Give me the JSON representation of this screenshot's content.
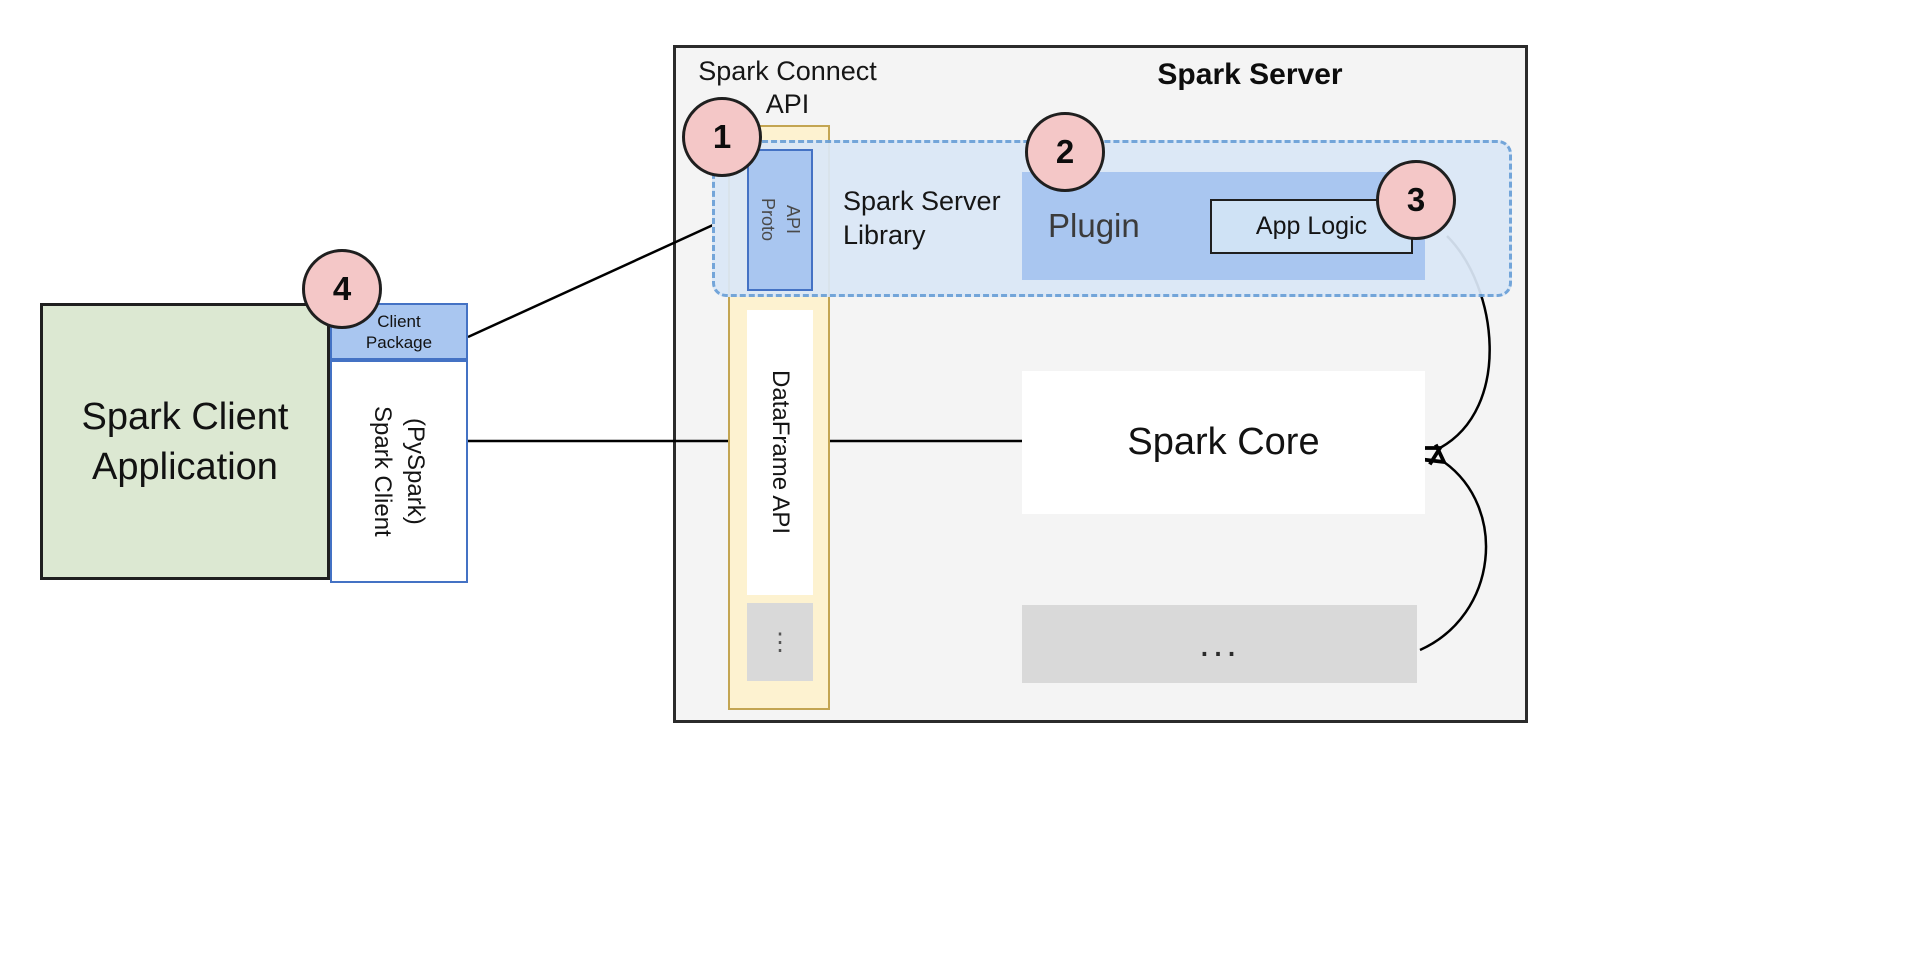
{
  "client": {
    "application_label": "Spark Client\nApplication",
    "package_label": "Client\nPackage",
    "pyspark_label": "Spark Client\n(PySpark)"
  },
  "server": {
    "title": "Spark Server",
    "connect_api_label": "Spark Connect\nAPI",
    "proto_api_label": "Proto\nAPI",
    "dataframe_api_label": "DataFrame API",
    "api_ellipsis": "⋮",
    "library_label": "Spark Server\nLibrary",
    "plugin_label": "Plugin",
    "app_logic_label": "App Logic",
    "core_label": "Spark Core",
    "core_ellipsis": "..."
  },
  "badges": {
    "step1": "1",
    "step2": "2",
    "step3": "3",
    "step4": "4"
  },
  "colors": {
    "green_fill": "#dce8d2",
    "green_border": "#1f1f1f",
    "blue_fill": "#a9c6f0",
    "blue_border": "#4472c4",
    "light_blue_fill": "#cfe2f5",
    "dashed_fill": "#dbe8f7",
    "dashed_border": "#6aa0d8",
    "cream_fill": "#fdf2d0",
    "cream_border": "#c3a552",
    "gray_fill": "#d9d9d9",
    "pink_fill": "#f4c7c7",
    "server_fill": "#f4f4f4",
    "server_border": "#2b2b2b",
    "line_color": "#000000"
  }
}
